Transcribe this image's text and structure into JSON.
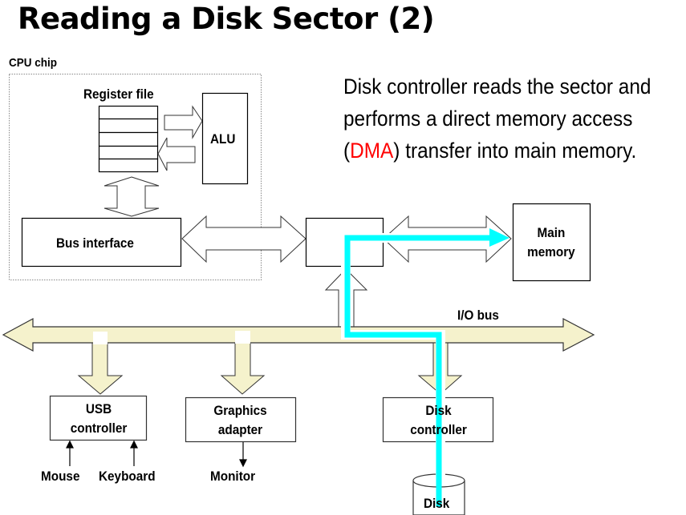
{
  "slide": {
    "title": "Reading a Disk Sector (2)",
    "caption": {
      "line1": "Disk controller reads the sector and",
      "line2": "performs a direct memory access",
      "line3_open": "(",
      "line3_highlight": "DMA",
      "line3_rest": ") transfer into main memory.",
      "highlight_color": "#ff0000"
    }
  },
  "diagram": {
    "cpu_chip_label": "CPU chip",
    "register_file_label": "Register file",
    "register_count": 5,
    "alu_label": "ALU",
    "bus_interface_label": "Bus interface",
    "io_bridge_label": "",
    "main_memory_label_1": "Main",
    "main_memory_label_2": "memory",
    "io_bus_label": "I/O bus",
    "usb_controller_label_1": "USB",
    "usb_controller_label_2": "controller",
    "graphics_adapter_label_1": "Graphics",
    "graphics_adapter_label_2": "adapter",
    "disk_controller_label_1": "Disk",
    "disk_controller_label_2": "controller",
    "mouse_label": "Mouse",
    "keyboard_label": "Keyboard",
    "monitor_label": "Monitor",
    "disk_label": "Disk",
    "colors": {
      "bus_fill": "#f5f2cc",
      "dma_path": "#00ffff",
      "outline": "#333333"
    }
  }
}
